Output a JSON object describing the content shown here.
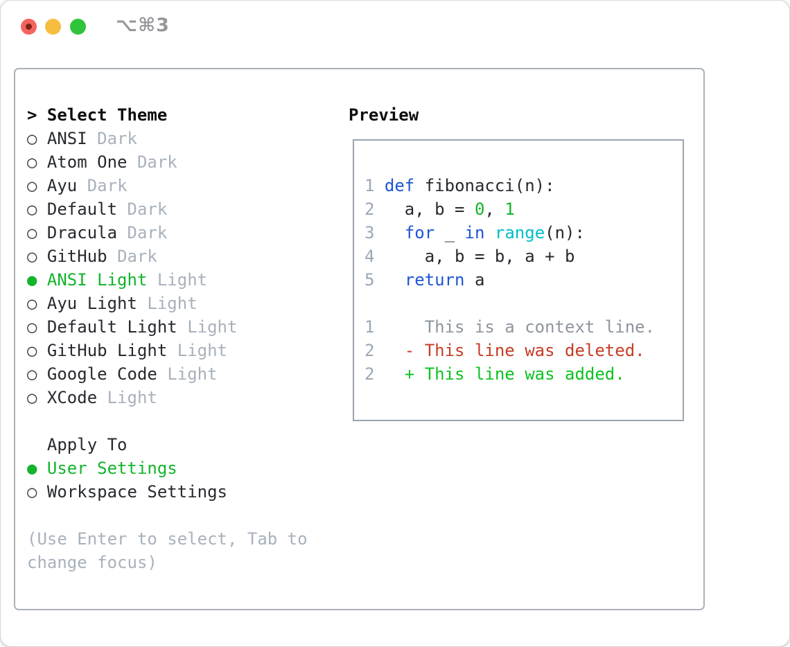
{
  "window": {
    "title": "⌥⌘3"
  },
  "glyphs": {
    "prompt": ">",
    "radio": "○",
    "radio_selected": "●"
  },
  "theme_panel": {
    "header_label": "Select Theme",
    "themes": [
      {
        "name": "ANSI",
        "variant": "Dark",
        "selected": false
      },
      {
        "name": "Atom One",
        "variant": "Dark",
        "selected": false
      },
      {
        "name": "Ayu",
        "variant": "Dark",
        "selected": false
      },
      {
        "name": "Default",
        "variant": "Dark",
        "selected": false
      },
      {
        "name": "Dracula",
        "variant": "Dark",
        "selected": false
      },
      {
        "name": "GitHub",
        "variant": "Dark",
        "selected": false
      },
      {
        "name": "ANSI Light",
        "variant": "Light",
        "selected": true
      },
      {
        "name": "Ayu Light",
        "variant": "Light",
        "selected": false
      },
      {
        "name": "Default Light",
        "variant": "Light",
        "selected": false
      },
      {
        "name": "GitHub Light",
        "variant": "Light",
        "selected": false
      },
      {
        "name": "Google Code",
        "variant": "Light",
        "selected": false
      },
      {
        "name": "XCode",
        "variant": "Light",
        "selected": false
      }
    ],
    "apply_to_label": "Apply To",
    "apply_options": [
      {
        "name": "User Settings",
        "selected": true
      },
      {
        "name": "Workspace Settings",
        "selected": false
      }
    ],
    "hint_lines": [
      "(Use Enter to select, Tab to",
      "change focus)"
    ]
  },
  "preview": {
    "label": "Preview",
    "lines": [
      {
        "num": "1",
        "tokens": [
          {
            "c": "k",
            "t": "def"
          },
          {
            "c": "t",
            "t": " fibonacci(n):"
          }
        ]
      },
      {
        "num": "2",
        "tokens": [
          {
            "c": "t",
            "t": "  a, b = "
          },
          {
            "c": "n",
            "t": "0"
          },
          {
            "c": "t",
            "t": ", "
          },
          {
            "c": "n",
            "t": "1"
          }
        ]
      },
      {
        "num": "3",
        "tokens": [
          {
            "c": "t",
            "t": "  "
          },
          {
            "c": "k",
            "t": "for"
          },
          {
            "c": "t",
            "t": " _ "
          },
          {
            "c": "k",
            "t": "in"
          },
          {
            "c": "t",
            "t": " "
          },
          {
            "c": "b",
            "t": "range"
          },
          {
            "c": "t",
            "t": "(n):"
          }
        ]
      },
      {
        "num": "4",
        "tokens": [
          {
            "c": "t",
            "t": "    a, b = b, a + b"
          }
        ]
      },
      {
        "num": "5",
        "tokens": [
          {
            "c": "t",
            "t": "  "
          },
          {
            "c": "k",
            "t": "return"
          },
          {
            "c": "t",
            "t": " a"
          }
        ]
      },
      {
        "num": "",
        "tokens": []
      },
      {
        "num": "1",
        "tokens": [
          {
            "c": "ctx",
            "t": "    This is a context line."
          }
        ]
      },
      {
        "num": "2",
        "tokens": [
          {
            "c": "del",
            "t": "  - This line was deleted."
          }
        ]
      },
      {
        "num": "2",
        "tokens": [
          {
            "c": "add",
            "t": "  + This line was added."
          }
        ]
      }
    ]
  },
  "colors": {
    "text": "#26292e",
    "dim": "#a8b1bc",
    "green": "#12b42a",
    "keyword_blue": "#1e55d3",
    "builtin_cyan": "#00bdc8",
    "number_green": "#12b42a",
    "context_gray": "#8e959e",
    "deleted_red": "#c63c26",
    "added_green": "#0dc21f",
    "linenum": "#9ca7b4",
    "panel_border": "#aab1b9",
    "preview_border": "#9ba3ab",
    "title_gray": "#97979c",
    "traffic_red": "#f4645f",
    "traffic_red_dot": "#7e221b",
    "traffic_yellow": "#f6bd40",
    "traffic_green": "#30c43c"
  }
}
